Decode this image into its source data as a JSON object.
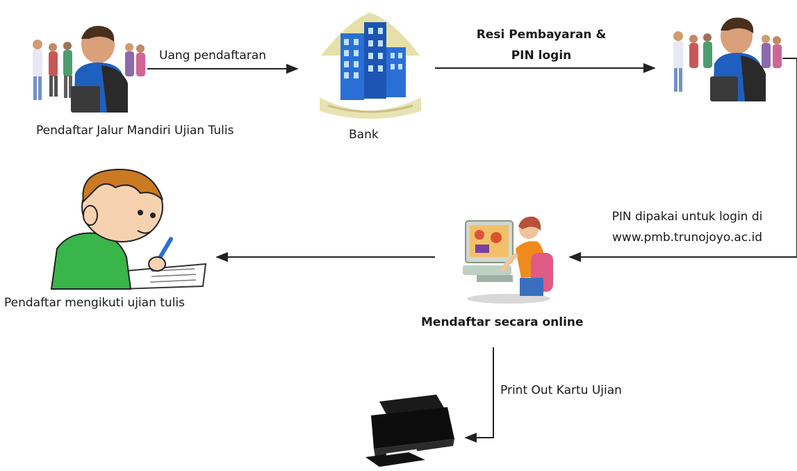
{
  "nodes": {
    "registrant": {
      "label": "Pendaftar Jalur Mandiri Ujian Tulis"
    },
    "bank": {
      "label": "Bank"
    },
    "online_registration": {
      "label": "Mendaftar secara online"
    },
    "written_exam": {
      "label": "Pendaftar mengikuti ujian tulis"
    }
  },
  "edges": {
    "fee": {
      "label": "Uang pendaftaran"
    },
    "receipt": {
      "line1": "Resi Pembayaran &",
      "line2": "PIN login"
    },
    "pin_login": {
      "line1": "PIN dipakai untuk login di",
      "line2": "www.pmb.trunojoyo.ac.id"
    },
    "print_card": {
      "label": "Print Out Kartu Ujian"
    }
  },
  "icons": {
    "students": "students-group-icon",
    "bank": "bank-building-icon",
    "computer_user": "person-at-computer-icon",
    "exam_writer": "child-writing-exam-icon",
    "printer": "printer-icon"
  },
  "colors": {
    "line": "#222222",
    "building": "#2a6fd6",
    "shirt_green": "#39b54a",
    "shirt_blue": "#1f5fbf"
  }
}
